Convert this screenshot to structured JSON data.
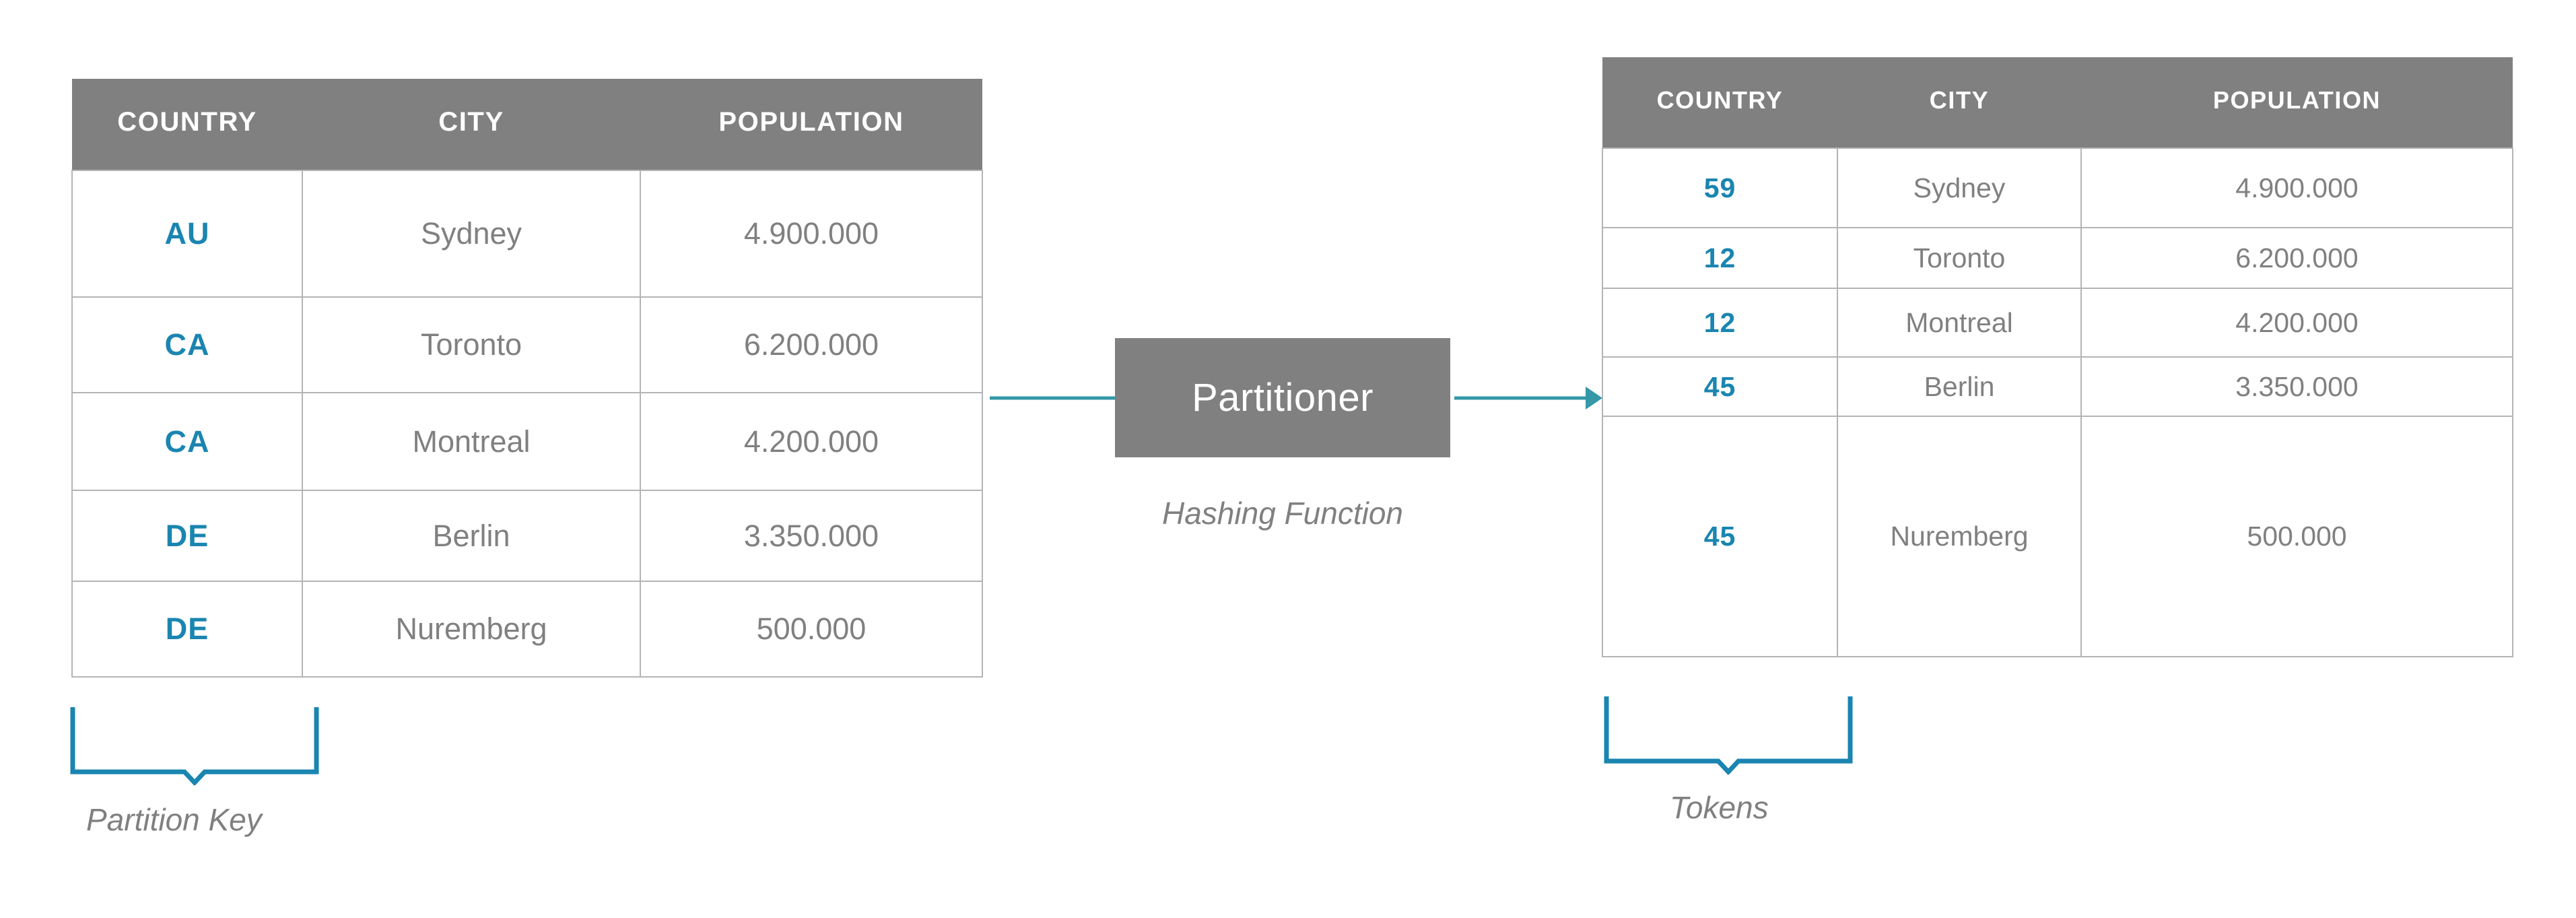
{
  "diagram": {
    "title": "Partitioner hashing of partition keys into tokens",
    "accent_color": "#1a85b0",
    "arrow_color": "#3498a8",
    "header_bg_color": "#808080",
    "text_color": "#808080"
  },
  "left_table": {
    "name": "source-table",
    "columns": [
      "COUNTRY",
      "CITY",
      "POPULATION"
    ],
    "rows": [
      {
        "key": "AU",
        "city": "Sydney",
        "population": "4.900.000"
      },
      {
        "key": "CA",
        "city": "Toronto",
        "population": "6.200.000"
      },
      {
        "key": "CA",
        "city": "Montreal",
        "population": "4.200.000"
      },
      {
        "key": "DE",
        "city": "Berlin",
        "population": "3.350.000"
      },
      {
        "key": "DE",
        "city": "Nuremberg",
        "population": "500.000"
      }
    ],
    "brace_caption": "Partition Key"
  },
  "right_table": {
    "name": "tokenized-table",
    "columns": [
      "COUNTRY",
      "CITY",
      "POPULATION"
    ],
    "rows": [
      {
        "key": "59",
        "city": "Sydney",
        "population": "4.900.000"
      },
      {
        "key": "12",
        "city": "Toronto",
        "population": "6.200.000"
      },
      {
        "key": "12",
        "city": "Montreal",
        "population": "4.200.000"
      },
      {
        "key": "45",
        "city": "Berlin",
        "population": "3.350.000"
      },
      {
        "key": "45",
        "city": "Nuremberg",
        "population": "500.000"
      }
    ],
    "brace_caption": "Tokens"
  },
  "partitioner": {
    "label": "Partitioner",
    "caption": "Hashing Function"
  }
}
